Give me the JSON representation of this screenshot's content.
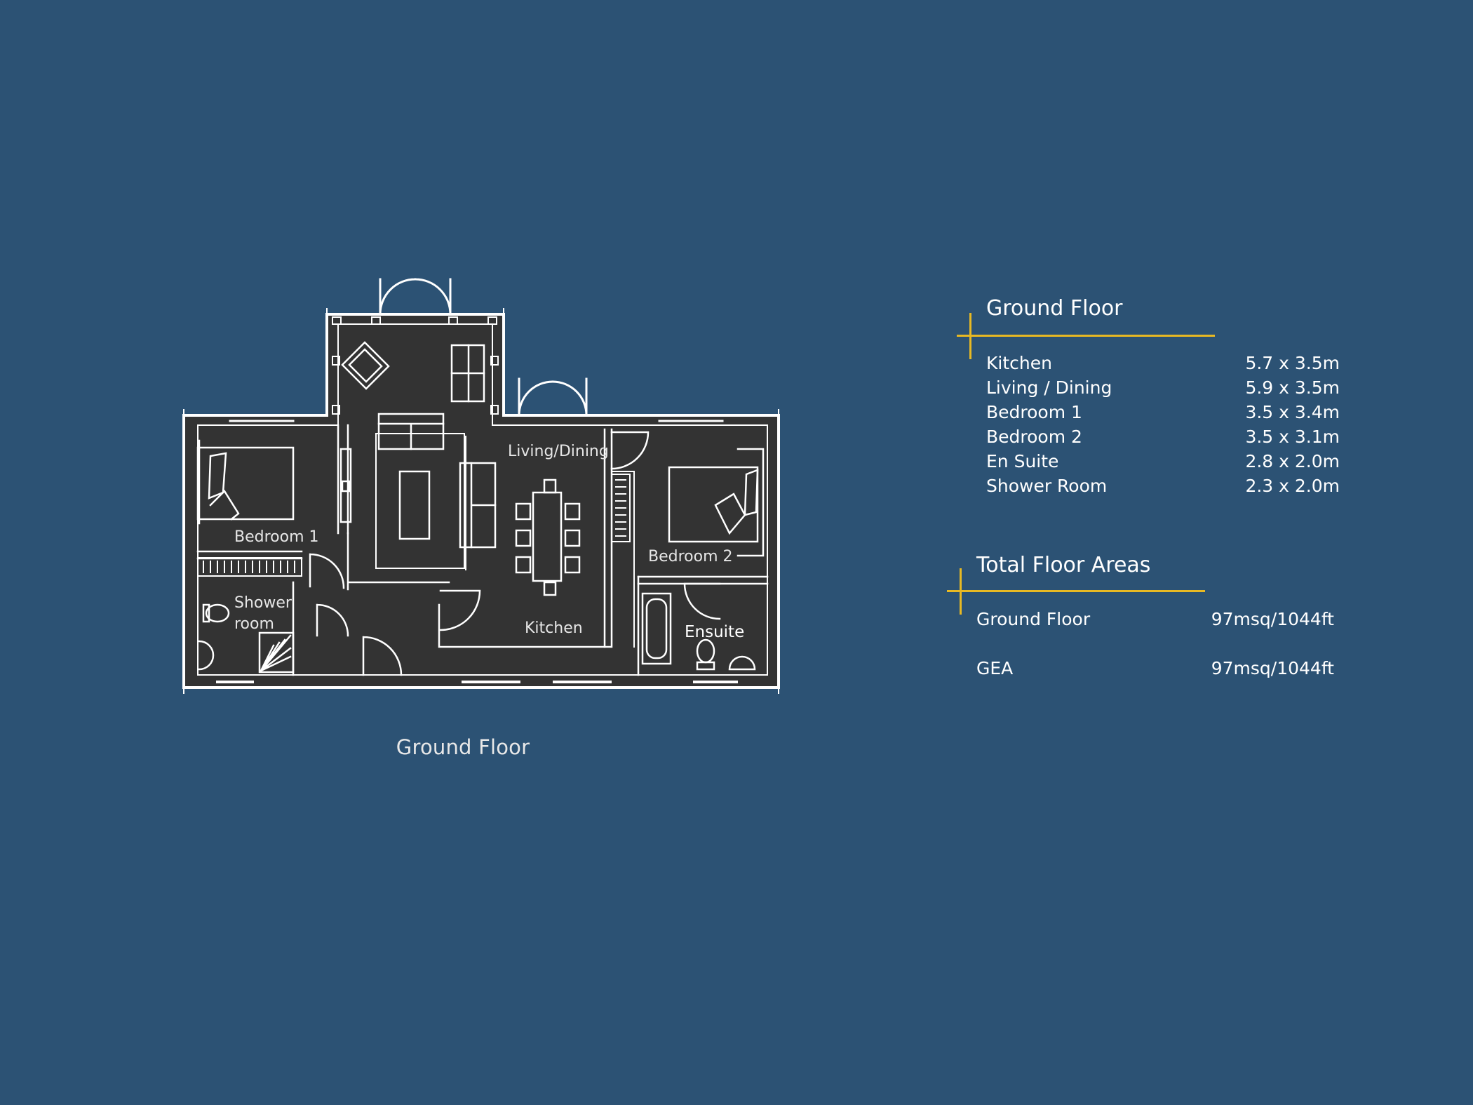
{
  "plan": {
    "caption": "Ground Floor",
    "rooms": {
      "living": "Living/Dining",
      "bedroom1": "Bedroom 1",
      "bedroom2": "Bedroom 2",
      "kitchen": "Kitchen",
      "shower_line1": "Shower",
      "shower_line2": "room",
      "ensuite": "Ensuite"
    }
  },
  "dimensions": {
    "heading": "Ground Floor",
    "rows": [
      {
        "room": "Kitchen",
        "size": "5.7 x 3.5m"
      },
      {
        "room": "Living / Dining",
        "size": "5.9 x 3.5m"
      },
      {
        "room": "Bedroom 1",
        "size": "3.5 x 3.4m"
      },
      {
        "room": "Bedroom 2",
        "size": "3.5 x 3.1m"
      },
      {
        "room": "En Suite",
        "size": "2.8 x 2.0m"
      },
      {
        "room": "Shower Room",
        "size": "2.3 x 2.0m"
      }
    ]
  },
  "areas": {
    "heading": "Total Floor Areas",
    "rows": [
      {
        "label": "Ground Floor",
        "value": "97msq/1044ft"
      },
      {
        "label": "GEA",
        "value": "97msq/1044ft"
      }
    ]
  },
  "colors": {
    "background": "#2c5274",
    "accent": "#e8b923",
    "plan_fill": "#333333",
    "line": "#ffffff"
  }
}
